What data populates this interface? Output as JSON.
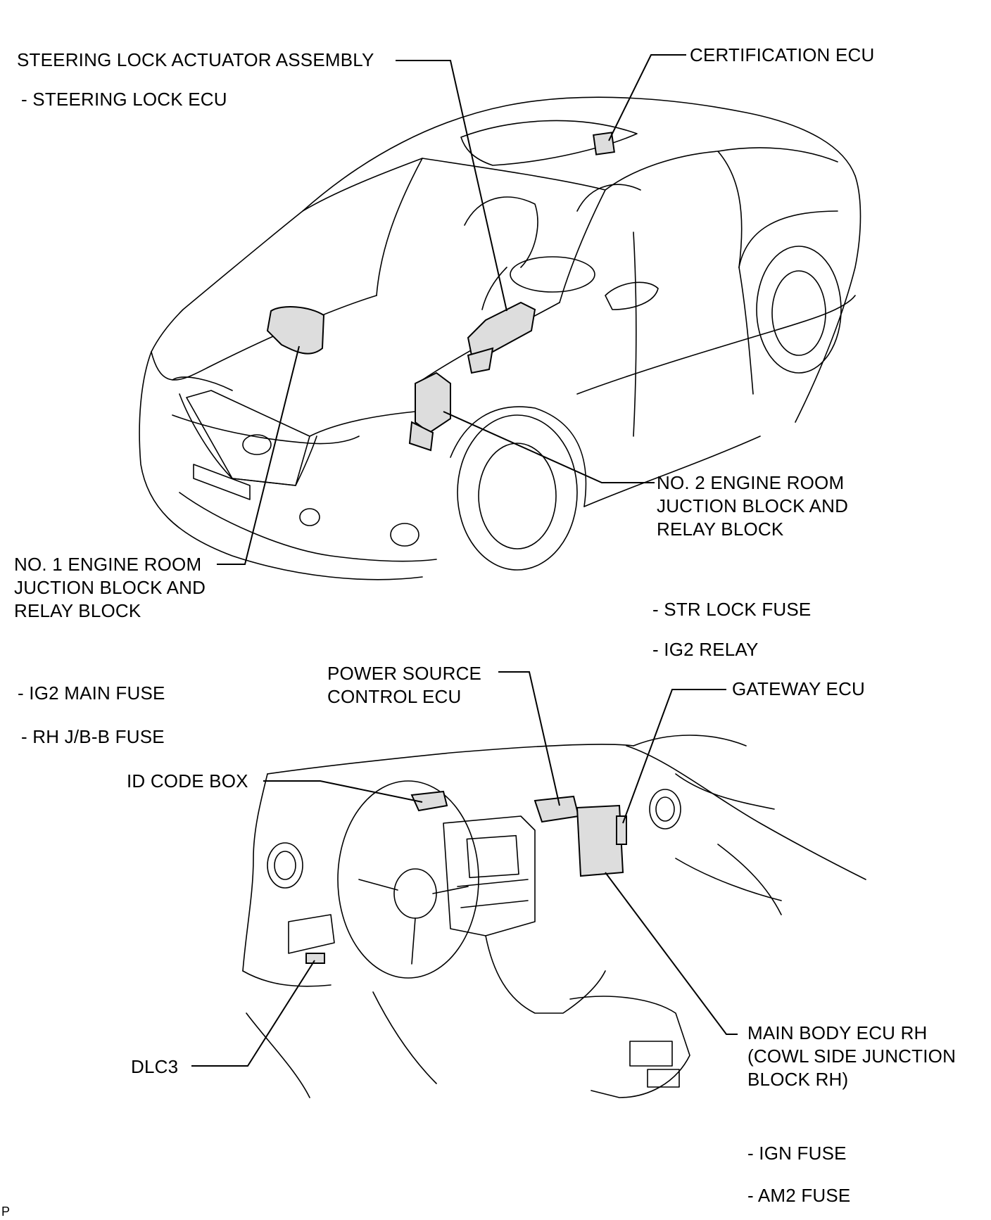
{
  "labels": {
    "steering_lock_actuator": "STEERING LOCK ACTUATOR ASSEMBLY",
    "steering_lock_ecu": "- STEERING LOCK ECU",
    "certification_ecu": "CERTIFICATION ECU",
    "no2_engine_room": "NO. 2 ENGINE ROOM\nJUCTION BLOCK AND\nRELAY BLOCK",
    "no1_engine_room": "NO. 1 ENGINE ROOM\nJUCTION BLOCK AND\nRELAY BLOCK",
    "str_lock_fuse": "- STR LOCK FUSE",
    "ig2_relay": "- IG2 RELAY",
    "ig2_main_fuse": "- IG2 MAIN FUSE",
    "rh_jb_b_fuse": "- RH J/B-B FUSE",
    "power_source_control_ecu": "POWER SOURCE\nCONTROL ECU",
    "gateway_ecu": "GATEWAY ECU",
    "id_code_box": "ID CODE BOX",
    "dlc3": "DLC3",
    "main_body_ecu_rh": "MAIN BODY ECU RH\n(COWL SIDE JUNCTION\nBLOCK RH)",
    "ign_fuse": "- IGN FUSE",
    "am2_fuse": "- AM2 FUSE"
  },
  "figure_id": "P"
}
